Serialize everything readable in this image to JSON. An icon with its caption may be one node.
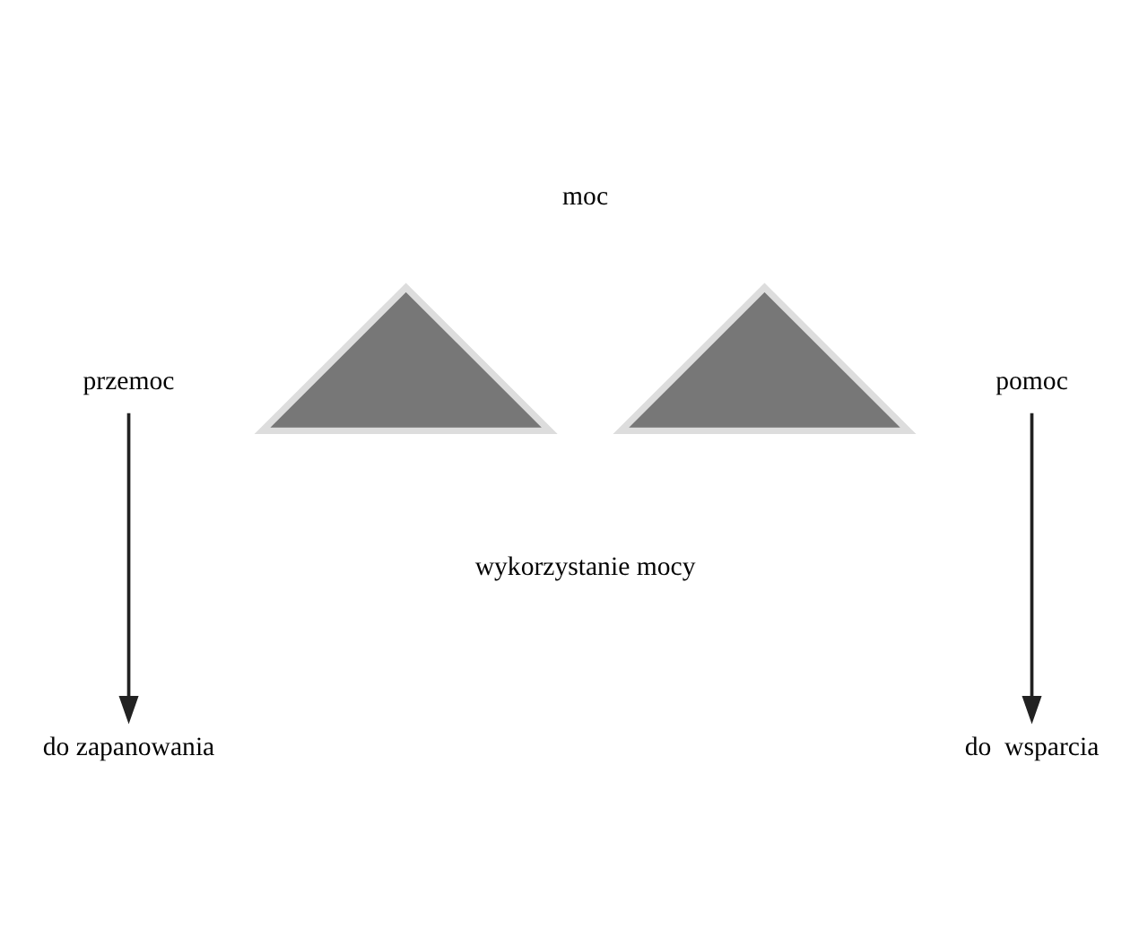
{
  "diagram": {
    "nodes": [
      {
        "text": [
          "moc"
        ]
      },
      {
        "text": [],
        "shape": "triangle"
      },
      {
        "text": [],
        "shape": "triangle"
      },
      {
        "text": [
          "przemoc"
        ]
      },
      {
        "text": [
          "pomoc"
        ]
      },
      {
        "text": [
          "do zapanowania"
        ]
      },
      {
        "text": [
          "do  wsparcia"
        ]
      }
    ],
    "edges": [
      {
        "from": 3,
        "to": 5,
        "arrow": "to"
      },
      {
        "from": 4,
        "to": 6,
        "arrow": "to"
      }
    ],
    "labels": [
      "wykorzystanie mocy"
    ]
  }
}
